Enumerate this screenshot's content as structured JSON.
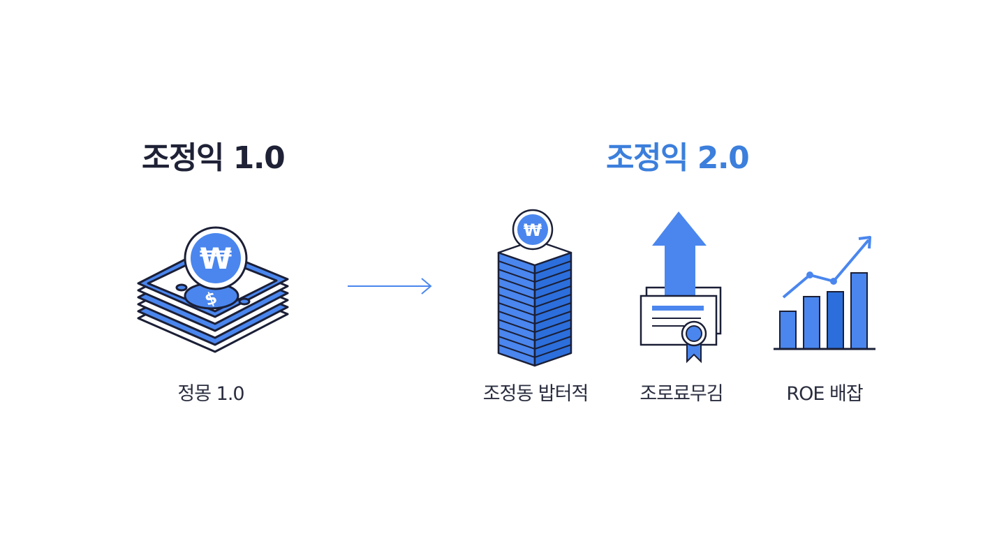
{
  "colors": {
    "primary_blue": "#4a86ee",
    "dark_blue": "#2c6fdc",
    "stroke": "#1b1f36",
    "title_dark": "#1f2236",
    "title_blue": "#3c7fdc"
  },
  "left": {
    "title": "조정익 1.0",
    "caption": "정몽 1.0",
    "icons": [
      "money-stack-icon",
      "won-coin-icon"
    ],
    "coin_symbol": "₩",
    "bill_symbol": "$"
  },
  "right": {
    "title": "조정익 2.0",
    "items": [
      {
        "caption": "조정동 밥터적",
        "icon": "stacked-coins-icon",
        "coin_symbol": "₩"
      },
      {
        "caption": "조로료무김",
        "icon": "certificate-arrow-icon"
      },
      {
        "caption": "ROE 배잡",
        "icon": "growth-chart-icon"
      }
    ]
  },
  "connector": {
    "icon": "right-arrow-icon"
  }
}
